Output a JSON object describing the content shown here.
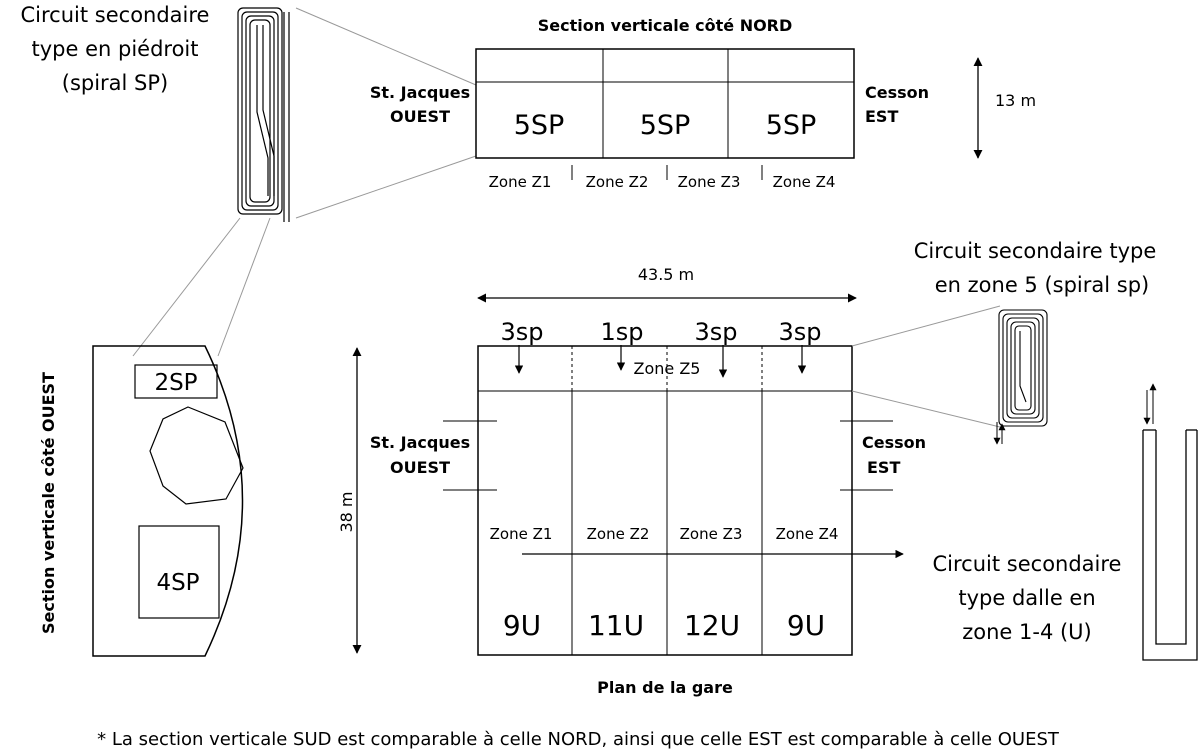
{
  "north_section": {
    "title": "Section verticale côté NORD",
    "west_label": [
      "St. Jacques",
      "OUEST"
    ],
    "east_label": [
      "Cesson",
      "EST"
    ],
    "cells": [
      "5SP",
      "5SP",
      "5SP"
    ],
    "zones": [
      "Zone Z1",
      "Zone Z2",
      "Zone Z3",
      "Zone Z4"
    ],
    "height": "13 m"
  },
  "sp_circuit_caption": [
    "Circuit secondaire",
    "type en piédroit",
    "(spiral SP)"
  ],
  "west_section": {
    "title": "Section verticale côté OUEST",
    "top_box": "2SP",
    "bottom_box": "4SP"
  },
  "plan": {
    "title": "Plan de la gare",
    "width": "43.5 m",
    "height": "38 m",
    "top_counts": [
      "3sp",
      "1sp",
      "3sp",
      "3sp"
    ],
    "zone5": "Zone Z5",
    "west_label": [
      "St. Jacques",
      "OUEST"
    ],
    "east_label": [
      "Cesson",
      "EST"
    ],
    "zones": [
      "Zone Z1",
      "Zone Z2",
      "Zone Z3",
      "Zone Z4"
    ],
    "bottom_counts": [
      "9U",
      "11U",
      "12U",
      "9U"
    ]
  },
  "sp5_circuit_caption": [
    "Circuit secondaire type",
    "en zone 5 (spiral sp)"
  ],
  "u_circuit_caption": [
    "Circuit secondaire",
    "type dalle en",
    "zone 1-4 (U)"
  ],
  "footnote": "* La section verticale SUD est comparable à celle NORD, ainsi que celle EST est comparable à celle OUEST"
}
